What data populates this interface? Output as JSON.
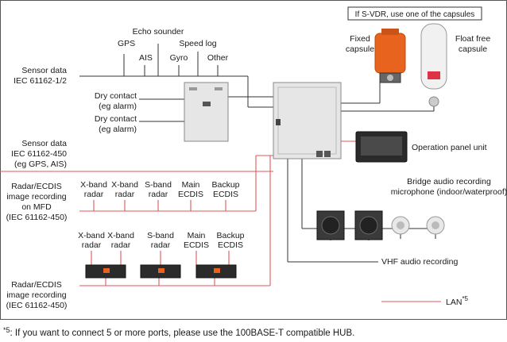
{
  "sensor_inputs": {
    "nmea_label_line1": "Sensor data",
    "nmea_label_line2": "IEC 61162-1/2",
    "gps": "GPS",
    "echo_sounder": "Echo sounder",
    "ais": "AIS",
    "speed_log": "Speed log",
    "gyro": "Gyro",
    "other": "Other"
  },
  "dry_contacts": [
    {
      "line1": "Dry contact",
      "line2": "(eg alarm)"
    },
    {
      "line1": "Dry contact",
      "line2": "(eg alarm)"
    }
  ],
  "sensor_lan": {
    "line1": "Sensor data",
    "line2": "IEC 61162-450",
    "line3": "(eg GPS, AIS)"
  },
  "mfd_group": {
    "label_lines": [
      "Radar/ECDIS",
      "image recording",
      "on MFD",
      "(IEC 61162-450)"
    ],
    "devices": [
      {
        "line1": "X-band",
        "line2": "radar"
      },
      {
        "line1": "X-band",
        "line2": "radar"
      },
      {
        "line1": "S-band",
        "line2": "radar"
      },
      {
        "line1": "Main",
        "line2": "ECDIS"
      },
      {
        "line1": "Backup",
        "line2": "ECDIS"
      }
    ]
  },
  "image_group": {
    "label_lines": [
      "Radar/ECDIS",
      "image recording",
      "(IEC 61162-450)"
    ],
    "devices": [
      {
        "line1": "X-band",
        "line2": "radar"
      },
      {
        "line1": "X-band",
        "line2": "radar"
      },
      {
        "line1": "S-band",
        "line2": "radar"
      },
      {
        "line1": "Main",
        "line2": "ECDIS"
      },
      {
        "line1": "Backup",
        "line2": "ECDIS"
      }
    ]
  },
  "capsules": {
    "header": "If S-VDR, use one of the capsules",
    "fixed_line1": "Fixed",
    "fixed_line2": "capsule",
    "float_line1": "Float free",
    "float_line2": "capsule"
  },
  "operation_panel": "Operation panel unit",
  "bridge_audio": {
    "line1": "Bridge audio recording",
    "line2": "microphone (indoor/waterproof)"
  },
  "vhf_audio": "VHF audio recording",
  "legend": {
    "label": "LAN",
    "sup": "*5",
    "color": "#e05a5a"
  },
  "footnote": {
    "mark": "*5",
    "text": ": If you want to connect 5 or more ports, please use the 100BASE-T compatible HUB."
  },
  "colors": {
    "lan": "#e05a5a",
    "wire": "#333333",
    "capsule_orange": "#e8641e",
    "unit_gray": "#e6e6e6"
  }
}
